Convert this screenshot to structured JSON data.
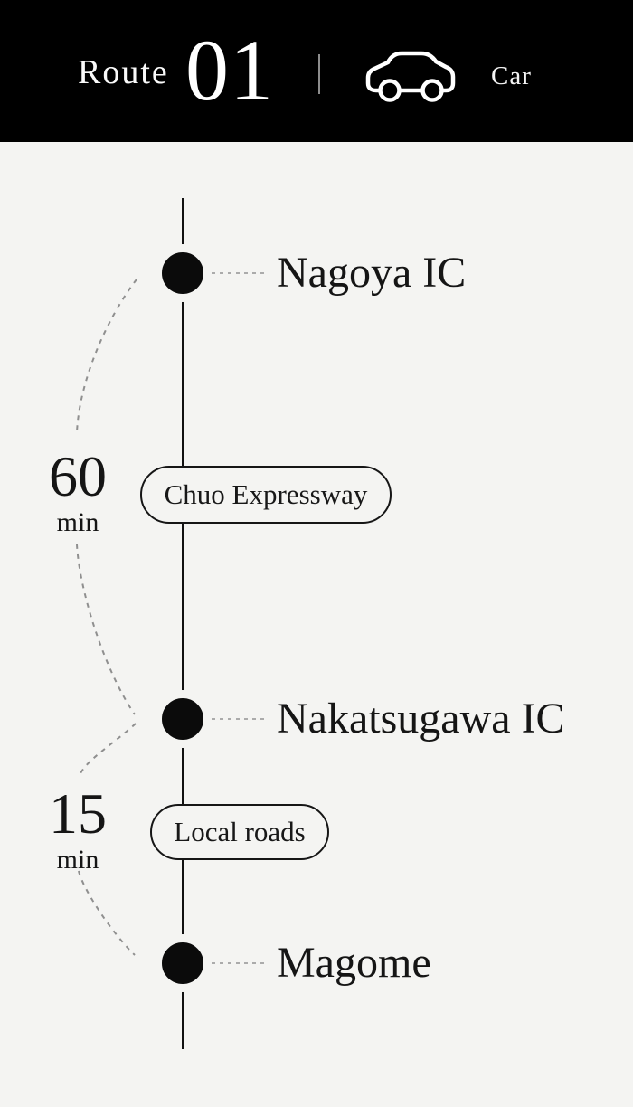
{
  "header": {
    "route_label": "Route",
    "route_number": "01",
    "mode_label": "Car",
    "mode_icon": "car-icon"
  },
  "route": {
    "stations": [
      {
        "name": "Nagoya IC"
      },
      {
        "name": "Nakatsugawa IC"
      },
      {
        "name": "Magome"
      }
    ],
    "segments": [
      {
        "road": "Chuo Expressway",
        "duration": "60",
        "unit": "min"
      },
      {
        "road": "Local roads",
        "duration": "15",
        "unit": "min"
      }
    ]
  },
  "colors": {
    "header_bg": "#000000",
    "header_text": "#ffffff",
    "page_bg": "#f4f4f2",
    "ink": "#151515",
    "bracket_dash": "#8f8f8f",
    "connector_dash": "#ababab"
  }
}
